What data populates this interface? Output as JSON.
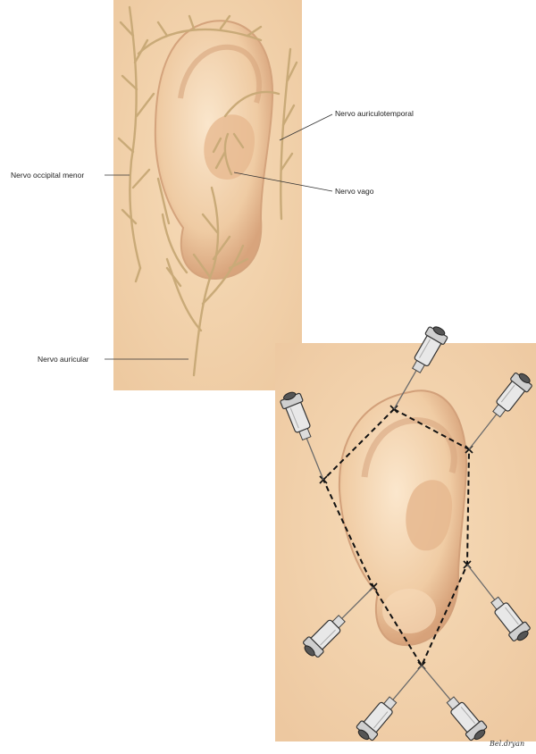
{
  "labels": {
    "auriculotemporal": "Nervo auriculotemporal",
    "occipital": "Nervo occipital menor",
    "vago": "Nervo vago",
    "auricular": "Nervo auricular"
  },
  "signature": "Bel.dryan",
  "colors": {
    "skin": "#f3d3ae",
    "skin_shadow": "#d9a57e",
    "nerve": "#c9aa78",
    "nerve_edge": "#a8875a",
    "label_text": "#222222",
    "leader_line": "#333333",
    "dashed_line": "#111111"
  }
}
